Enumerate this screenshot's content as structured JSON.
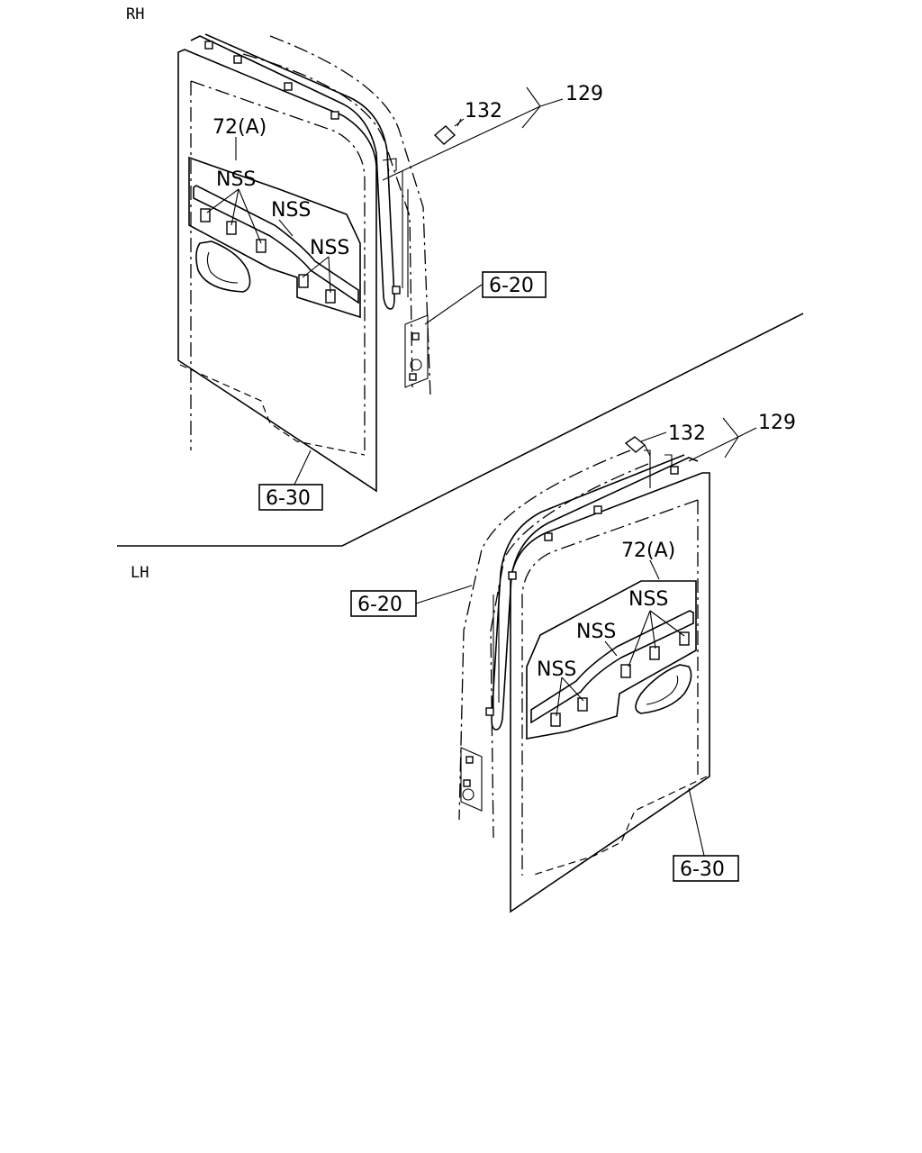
{
  "labels": {
    "rh": "RH",
    "lh": "LH",
    "rh_part_72a": "72(A)",
    "rh_nss_1": "NSS",
    "rh_nss_2": "NSS",
    "rh_nss_3": "NSS",
    "rh_part_132": "132",
    "rh_part_129": "129",
    "rh_ref_6_20": "6-20",
    "rh_ref_6_30": "6-30",
    "lh_part_132": "132",
    "lh_part_129": "129",
    "lh_part_72a": "72(A)",
    "lh_nss_1": "NSS",
    "lh_nss_2": "NSS",
    "lh_nss_3": "NSS",
    "lh_ref_6_20": "6-20",
    "lh_ref_6_30": "6-30"
  }
}
